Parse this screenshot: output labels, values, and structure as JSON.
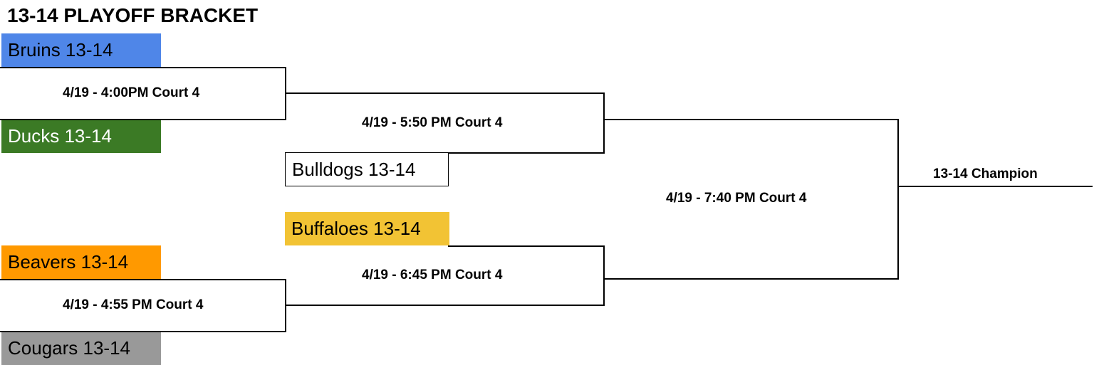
{
  "title": "13-14 PLAYOFF BRACKET",
  "teams": {
    "bruins": {
      "label": "Bruins 13-14",
      "color": "#4f86e8"
    },
    "ducks": {
      "label": "Ducks 13-14",
      "color": "#3b7a25"
    },
    "bulldogs": {
      "label": "Bulldogs 13-14",
      "color": "#ffffff"
    },
    "buffaloes": {
      "label": "Buffaloes 13-14",
      "color": "#f2c334"
    },
    "beavers": {
      "label": "Beavers 13-14",
      "color": "#ff9900"
    },
    "cougars": {
      "label": "Cougars 13-14",
      "color": "#999999"
    }
  },
  "games": {
    "g1": "4/19 - 4:00PM Court 4",
    "g2": "4/19 - 5:50 PM Court 4",
    "g3": "4/19 - 7:40 PM Court 4",
    "g4": "4/19 - 6:45 PM Court 4",
    "g5": "4/19 - 4:55 PM Court 4"
  },
  "champion": "13-14 Champion"
}
